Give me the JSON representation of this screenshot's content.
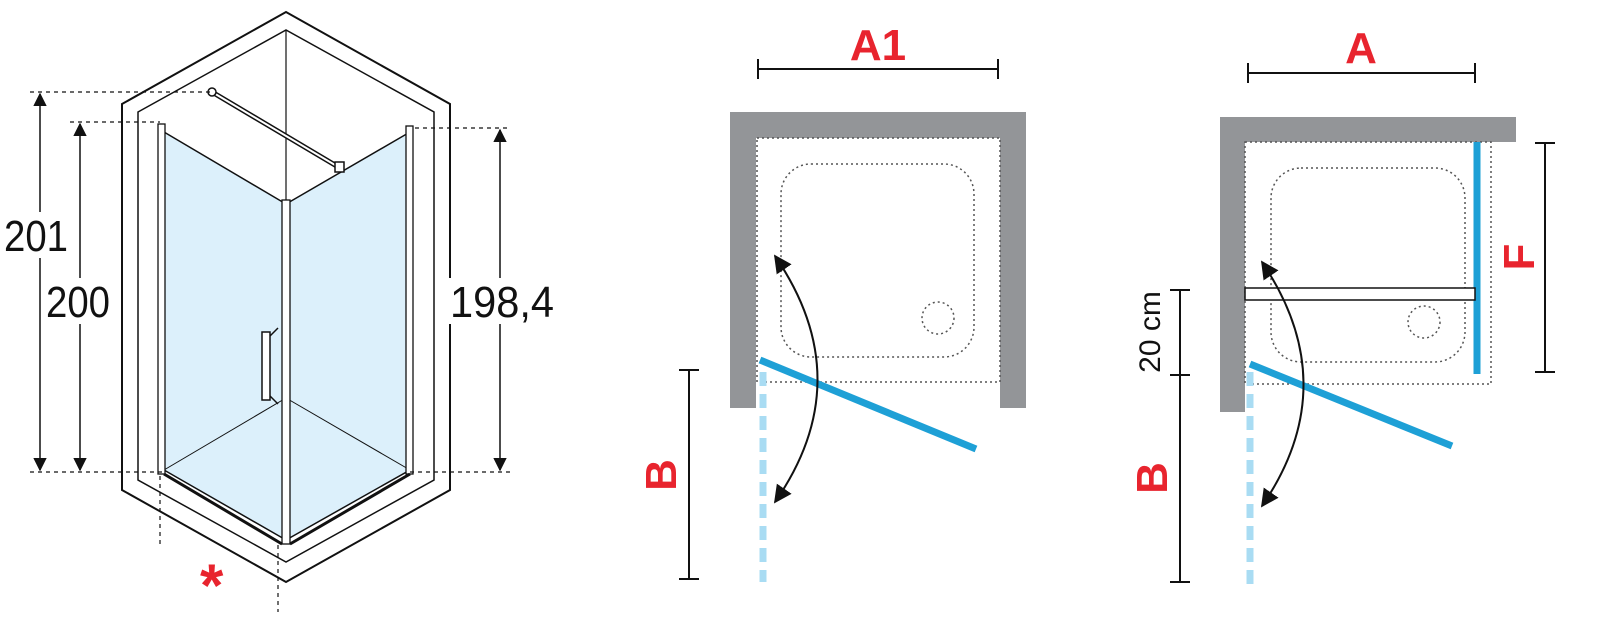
{
  "colors": {
    "wall": "#939598",
    "glass": "#dcf0fb",
    "door_blue": "#1ea0d6",
    "door_ghost": "#a9dcf3",
    "label_red": "#e8242e",
    "line": "#111111"
  },
  "perspective": {
    "height_total": "201",
    "height_glass": "200",
    "height_panel": "198,4",
    "asterisk": "*"
  },
  "plan_door": {
    "width_label": "A1",
    "depth_label": "B"
  },
  "plan_door_panel": {
    "width_label": "A",
    "panel_label": "F",
    "offset_label": "20 cm",
    "depth_label": "B"
  }
}
